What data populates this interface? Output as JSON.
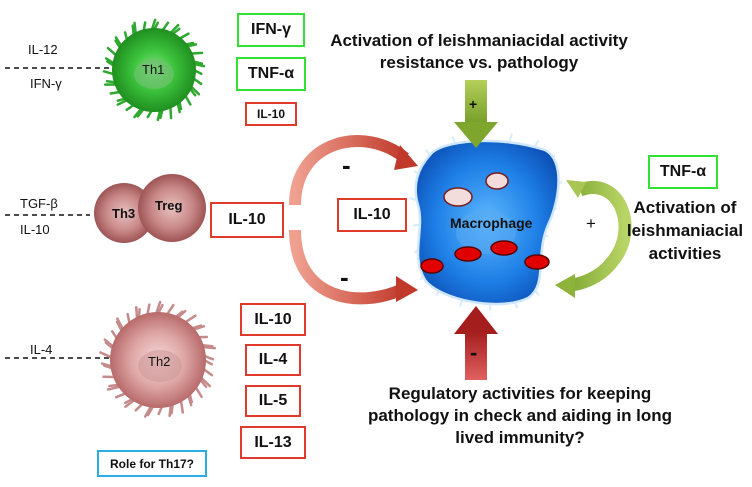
{
  "cytokines": {
    "il12": "IL-12",
    "ifng": "IFN-γ",
    "tgfb": "TGF-β",
    "il10": "IL-10",
    "il4": "IL-4"
  },
  "cells": {
    "th1": "Th1",
    "th3": "Th3",
    "treg": "Treg",
    "th2": "Th2",
    "macrophage": "Macrophage"
  },
  "boxes": {
    "th1_ifng": "IFN-γ",
    "th1_tnfa": "TNF-α",
    "th1_il10": "IL-10",
    "treg_il10": "IL-10",
    "center_il10": "IL-10",
    "th2_il10": "IL-10",
    "th2_il4": "IL-4",
    "th2_il5": "IL-5",
    "th2_il13": "IL-13",
    "th17": "Role for Th17?",
    "right_tnfa": "TNF-α"
  },
  "text": {
    "top_line1": "Activation of leishmaniacidal activity",
    "top_line2": "resistance vs. pathology",
    "right_line1": "Activation of",
    "right_line2": "leishmaniacial",
    "right_line3": "activities",
    "bottom_line1": "Regulatory activities for keeping",
    "bottom_line2": "pathology in check and aiding in long",
    "bottom_line3": "lived immunity?"
  },
  "signs": {
    "minus": "-",
    "plus": "+"
  },
  "colors": {
    "th1": "#2fb82f",
    "th_pink": "#b86a6a",
    "macrophage": "#1f7fe0",
    "red_arrow": "#c0392b",
    "green_arrow": "#8db33a"
  }
}
